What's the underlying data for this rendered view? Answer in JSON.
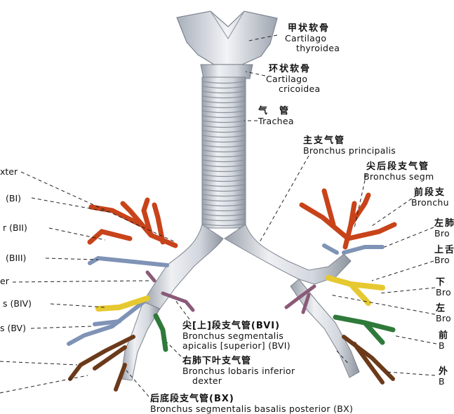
{
  "labels": {
    "thyroid": {
      "zh": "甲状软骨",
      "la1": "Cartilago",
      "la2": "thyroidea"
    },
    "cricoid": {
      "zh": "环状软骨",
      "la1": "Cartilago",
      "la2": "cricoidea"
    },
    "trachea": {
      "zh": "气　管",
      "la": "Trachea"
    },
    "principal": {
      "zh": "主支气管",
      "la": "Bronchus principalis"
    },
    "apicoposterior": {
      "zh": "尖后段支气管",
      "la": "Bronchus segm"
    },
    "anterior_left": {
      "zh": "前段支",
      "la": "Bronchu"
    },
    "left_upper": {
      "zh": "左肺",
      "la": "Bro"
    },
    "superior_lingular": {
      "zh": "上舌",
      "la": "Bro"
    },
    "inferior_lingular": {
      "zh": "下",
      "la": "Bro"
    },
    "left_lower": {
      "zh": "左",
      "la": "Bro"
    },
    "anteromedial_basal": {
      "zh": "前",
      "la": "B"
    },
    "lateral_basal_left": {
      "zh": "外",
      "la": "B"
    },
    "apical_superior": {
      "zh": "尖[上]段支气管(BVI)",
      "la1": "Bronchus segmentalis",
      "la2": "apicalis [superior] (BVI)"
    },
    "right_lower_lobe": {
      "zh": "右肺下叶支气管",
      "la1": "Bronchus lobaris inferior",
      "la2": "dexter"
    },
    "posterior_basal": {
      "zh": "后底段支气管(BX)",
      "la": "Bronchus segmentalis basalis posterior (BX)"
    },
    "left_side": {
      "dexter": "xter",
      "bi": "(BI)",
      "bii": "r (BII)",
      "biii": "(BIII)",
      "er": "er",
      "biv": "s (BIV)",
      "bv": "s (BV)"
    }
  },
  "colors": {
    "trachea": "#d4d8de",
    "bronchus": "#cfd3da",
    "upper_right": "#c8431a",
    "middle_yellow": "#e6c930",
    "blue_segment": "#7f93b6",
    "purple_segment": "#8a5a78",
    "green_segment": "#2f7a3a",
    "brown_segment": "#6b3a1a",
    "leader": "#222222"
  }
}
